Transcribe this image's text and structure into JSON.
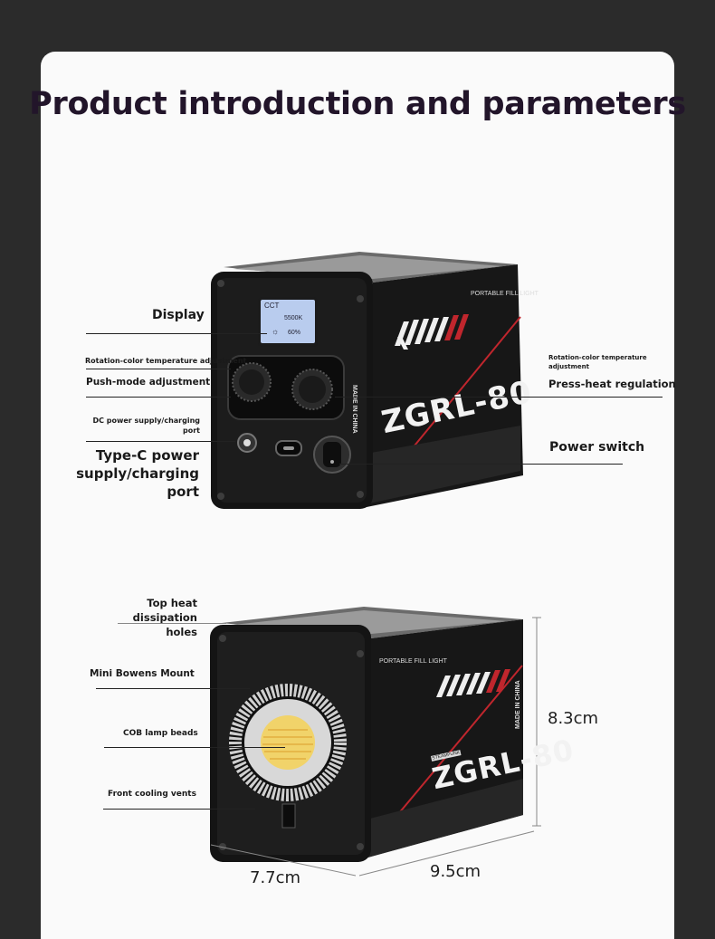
{
  "title": "Product introduction and parameters",
  "top_device": {
    "model": "ZGRL-80",
    "side_text": "PORTABLE FILL LIGHT",
    "made_in": "MADE IN CHINA",
    "screen": {
      "mode": "CCT",
      "temp": "5500K",
      "brightness": "60%"
    },
    "labels": {
      "display": "Display",
      "rotation_left": "Rotation-color temperature adjustment",
      "push_mode": "Push-mode adjustment",
      "dc_port": "DC power supply/charging port",
      "typec": "Type-C power supply/charging port",
      "rotation_right": "Rotation-color temperature adjustment",
      "press_heat": "Press-heat regulation",
      "power_switch": "Power switch"
    }
  },
  "bottom_device": {
    "model": "ZGRL-80",
    "side_text": "PORTABLE FILL LIGHT",
    "brand_tag": "STEAMPUNK",
    "made_in": "MADE IN CHINA",
    "labels": {
      "top_heat": "Top heat dissipation holes",
      "bowens": "Mini Bowens Mount",
      "cob": "COB lamp beads",
      "front_vents": "Front cooling vents"
    },
    "dimensions": {
      "height": "8.3cm",
      "width": "7.7cm",
      "depth": "9.5cm"
    }
  }
}
